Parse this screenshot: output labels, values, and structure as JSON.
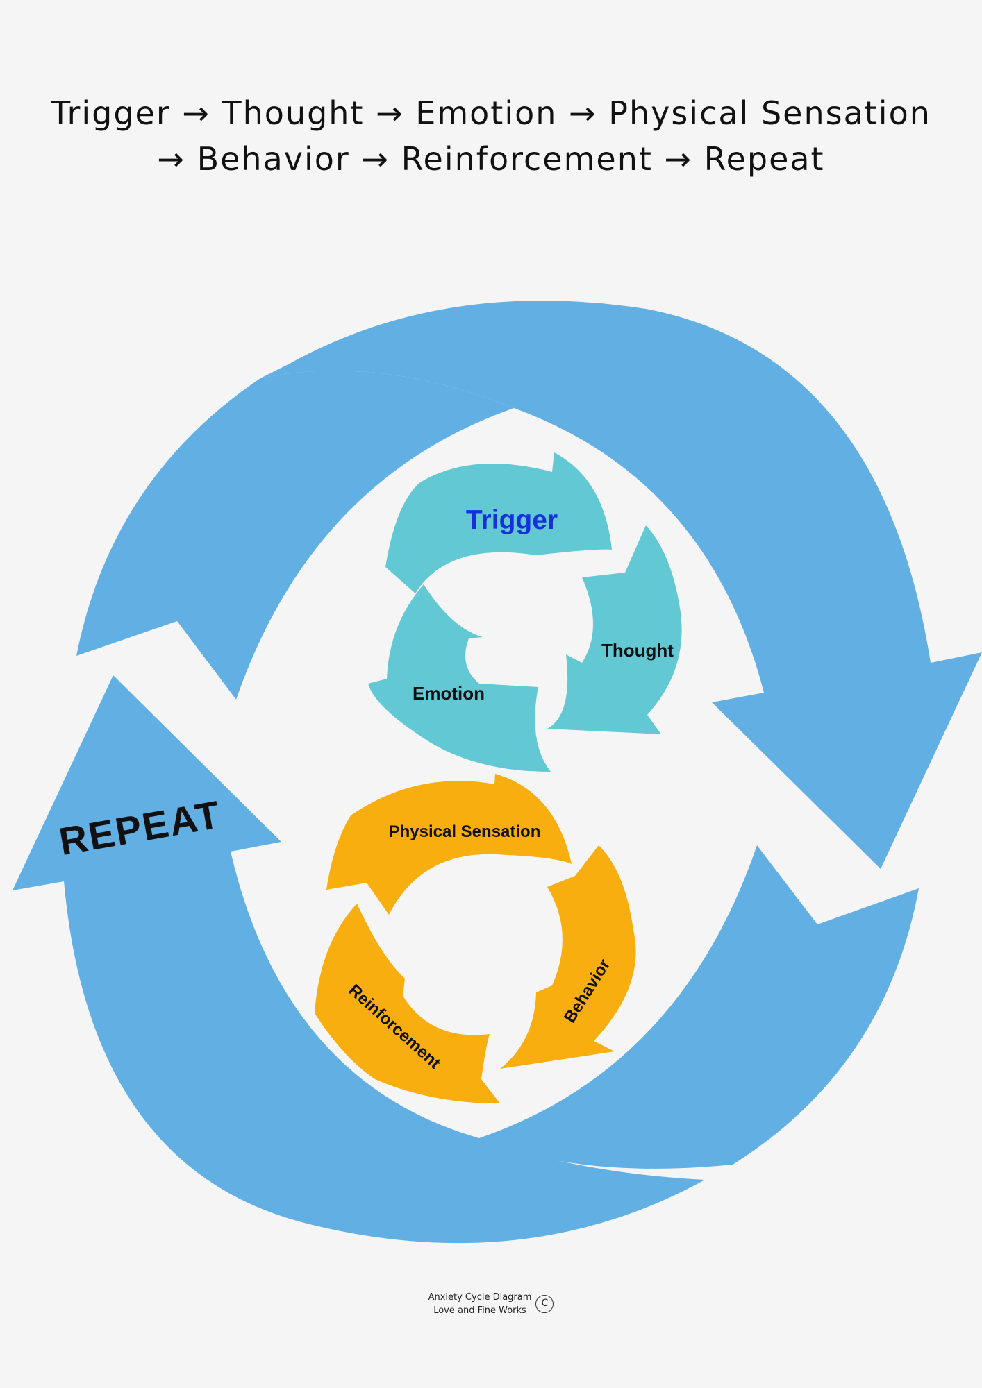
{
  "header": {
    "line1": "Trigger → Thought → Emotion → Physical Sensation",
    "line2": "→ Behavior → Reinforcement → Repeat"
  },
  "outer_cycle": {
    "label": "REPEAT",
    "color": "#62afe4"
  },
  "top_cycle": {
    "color": "#62c8d4",
    "labels": {
      "trigger": "Trigger",
      "thought": "Thought",
      "emotion": "Emotion"
    },
    "trigger_color": "#1631d9"
  },
  "bottom_cycle": {
    "color": "#f7ae0e",
    "labels": {
      "physical": "Physical Sensation",
      "behavior": "Behavior",
      "reinforcement": "Reinforcement"
    }
  },
  "footer": {
    "line1": "Anxiety Cycle Diagram",
    "line2": "Love and Fine Works",
    "copyright_symbol": "C"
  }
}
